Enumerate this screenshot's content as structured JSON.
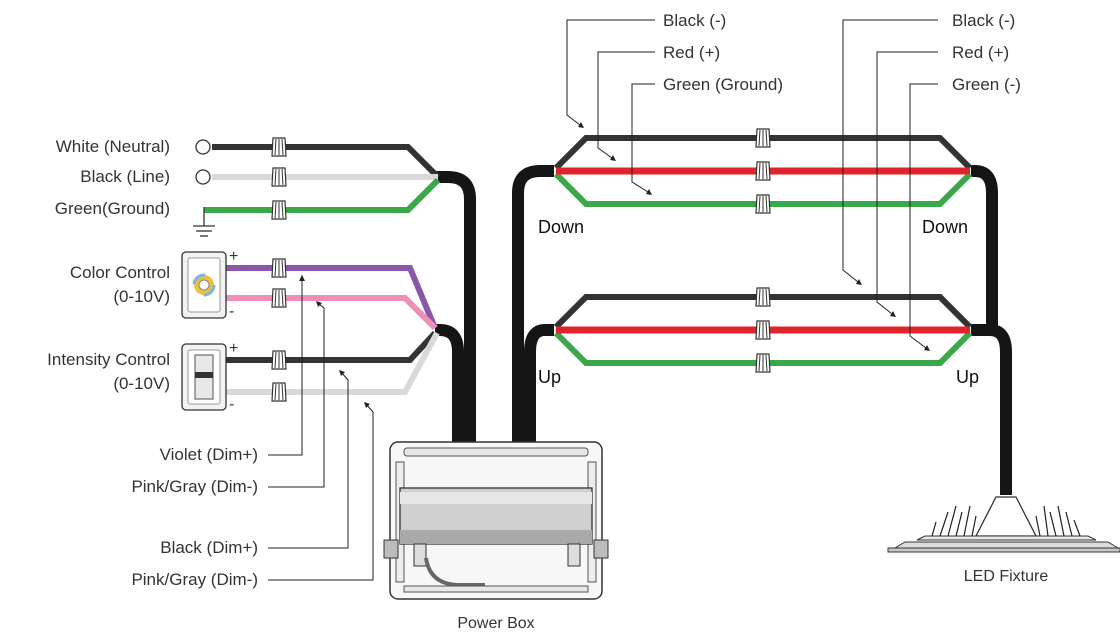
{
  "colors": {
    "black_wire": "#333333",
    "gray_wire": "#d9d9d9",
    "green_wire": "#3aa84a",
    "red_wire": "#e0242b",
    "violet_wire": "#8a56a8",
    "pink_wire": "#ef8fb8",
    "cable": "#151515"
  },
  "input_labels": {
    "white_neutral": "White (Neutral)",
    "black_line": "Black (Line)",
    "green_ground": "Green(Ground)",
    "color_control": "Color Control",
    "color_control_range": "(0-10V)",
    "intensity_control": "Intensity Control",
    "intensity_control_range": "(0-10V)",
    "plus": "+",
    "minus": "-"
  },
  "dim_labels": {
    "violet_dim_plus": "Violet (Dim+)",
    "pink_gray_dim_minus_1": "Pink/Gray (Dim-)",
    "black_dim_plus": "Black (Dim+)",
    "pink_gray_dim_minus_2": "Pink/Gray (Dim-)"
  },
  "bundle_labels_left": {
    "black": "Black  (-)",
    "red": "Red (+)",
    "green": "Green (Ground)"
  },
  "bundle_labels_right": {
    "black": "Black (-)",
    "red": "Red (+)",
    "green": "Green (-)"
  },
  "direction_labels": {
    "down_left": "Down",
    "down_right": "Down",
    "up_left": "Up",
    "up_right": "Up"
  },
  "device_labels": {
    "power_box": "Power Box",
    "led_fixture": "LED Fixture"
  }
}
